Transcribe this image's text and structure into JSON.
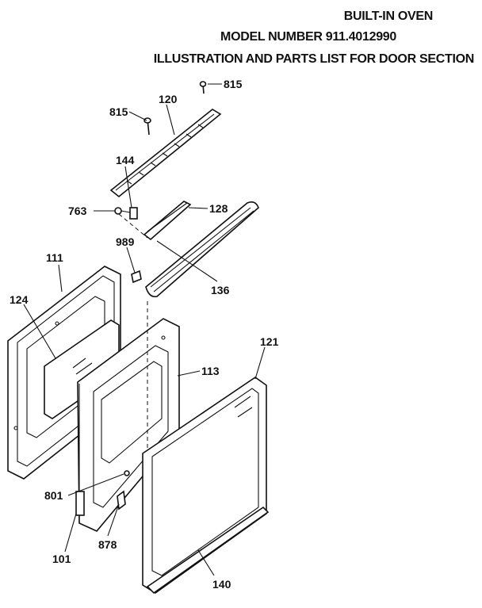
{
  "header": {
    "line1": "BUILT-IN OVEN",
    "line2": "MODEL NUMBER 911.4012990",
    "line3": "ILLUSTRATION AND PARTS LIST FOR DOOR SECTION"
  },
  "callouts": {
    "p815a": "815",
    "p815b": "815",
    "p120": "120",
    "p144": "144",
    "p763": "763",
    "p128": "128",
    "p989": "989",
    "p136": "136",
    "p111": "111",
    "p124": "124",
    "p121": "121",
    "p113": "113",
    "p801": "801",
    "p878": "878",
    "p101": "101",
    "p140": "140"
  }
}
